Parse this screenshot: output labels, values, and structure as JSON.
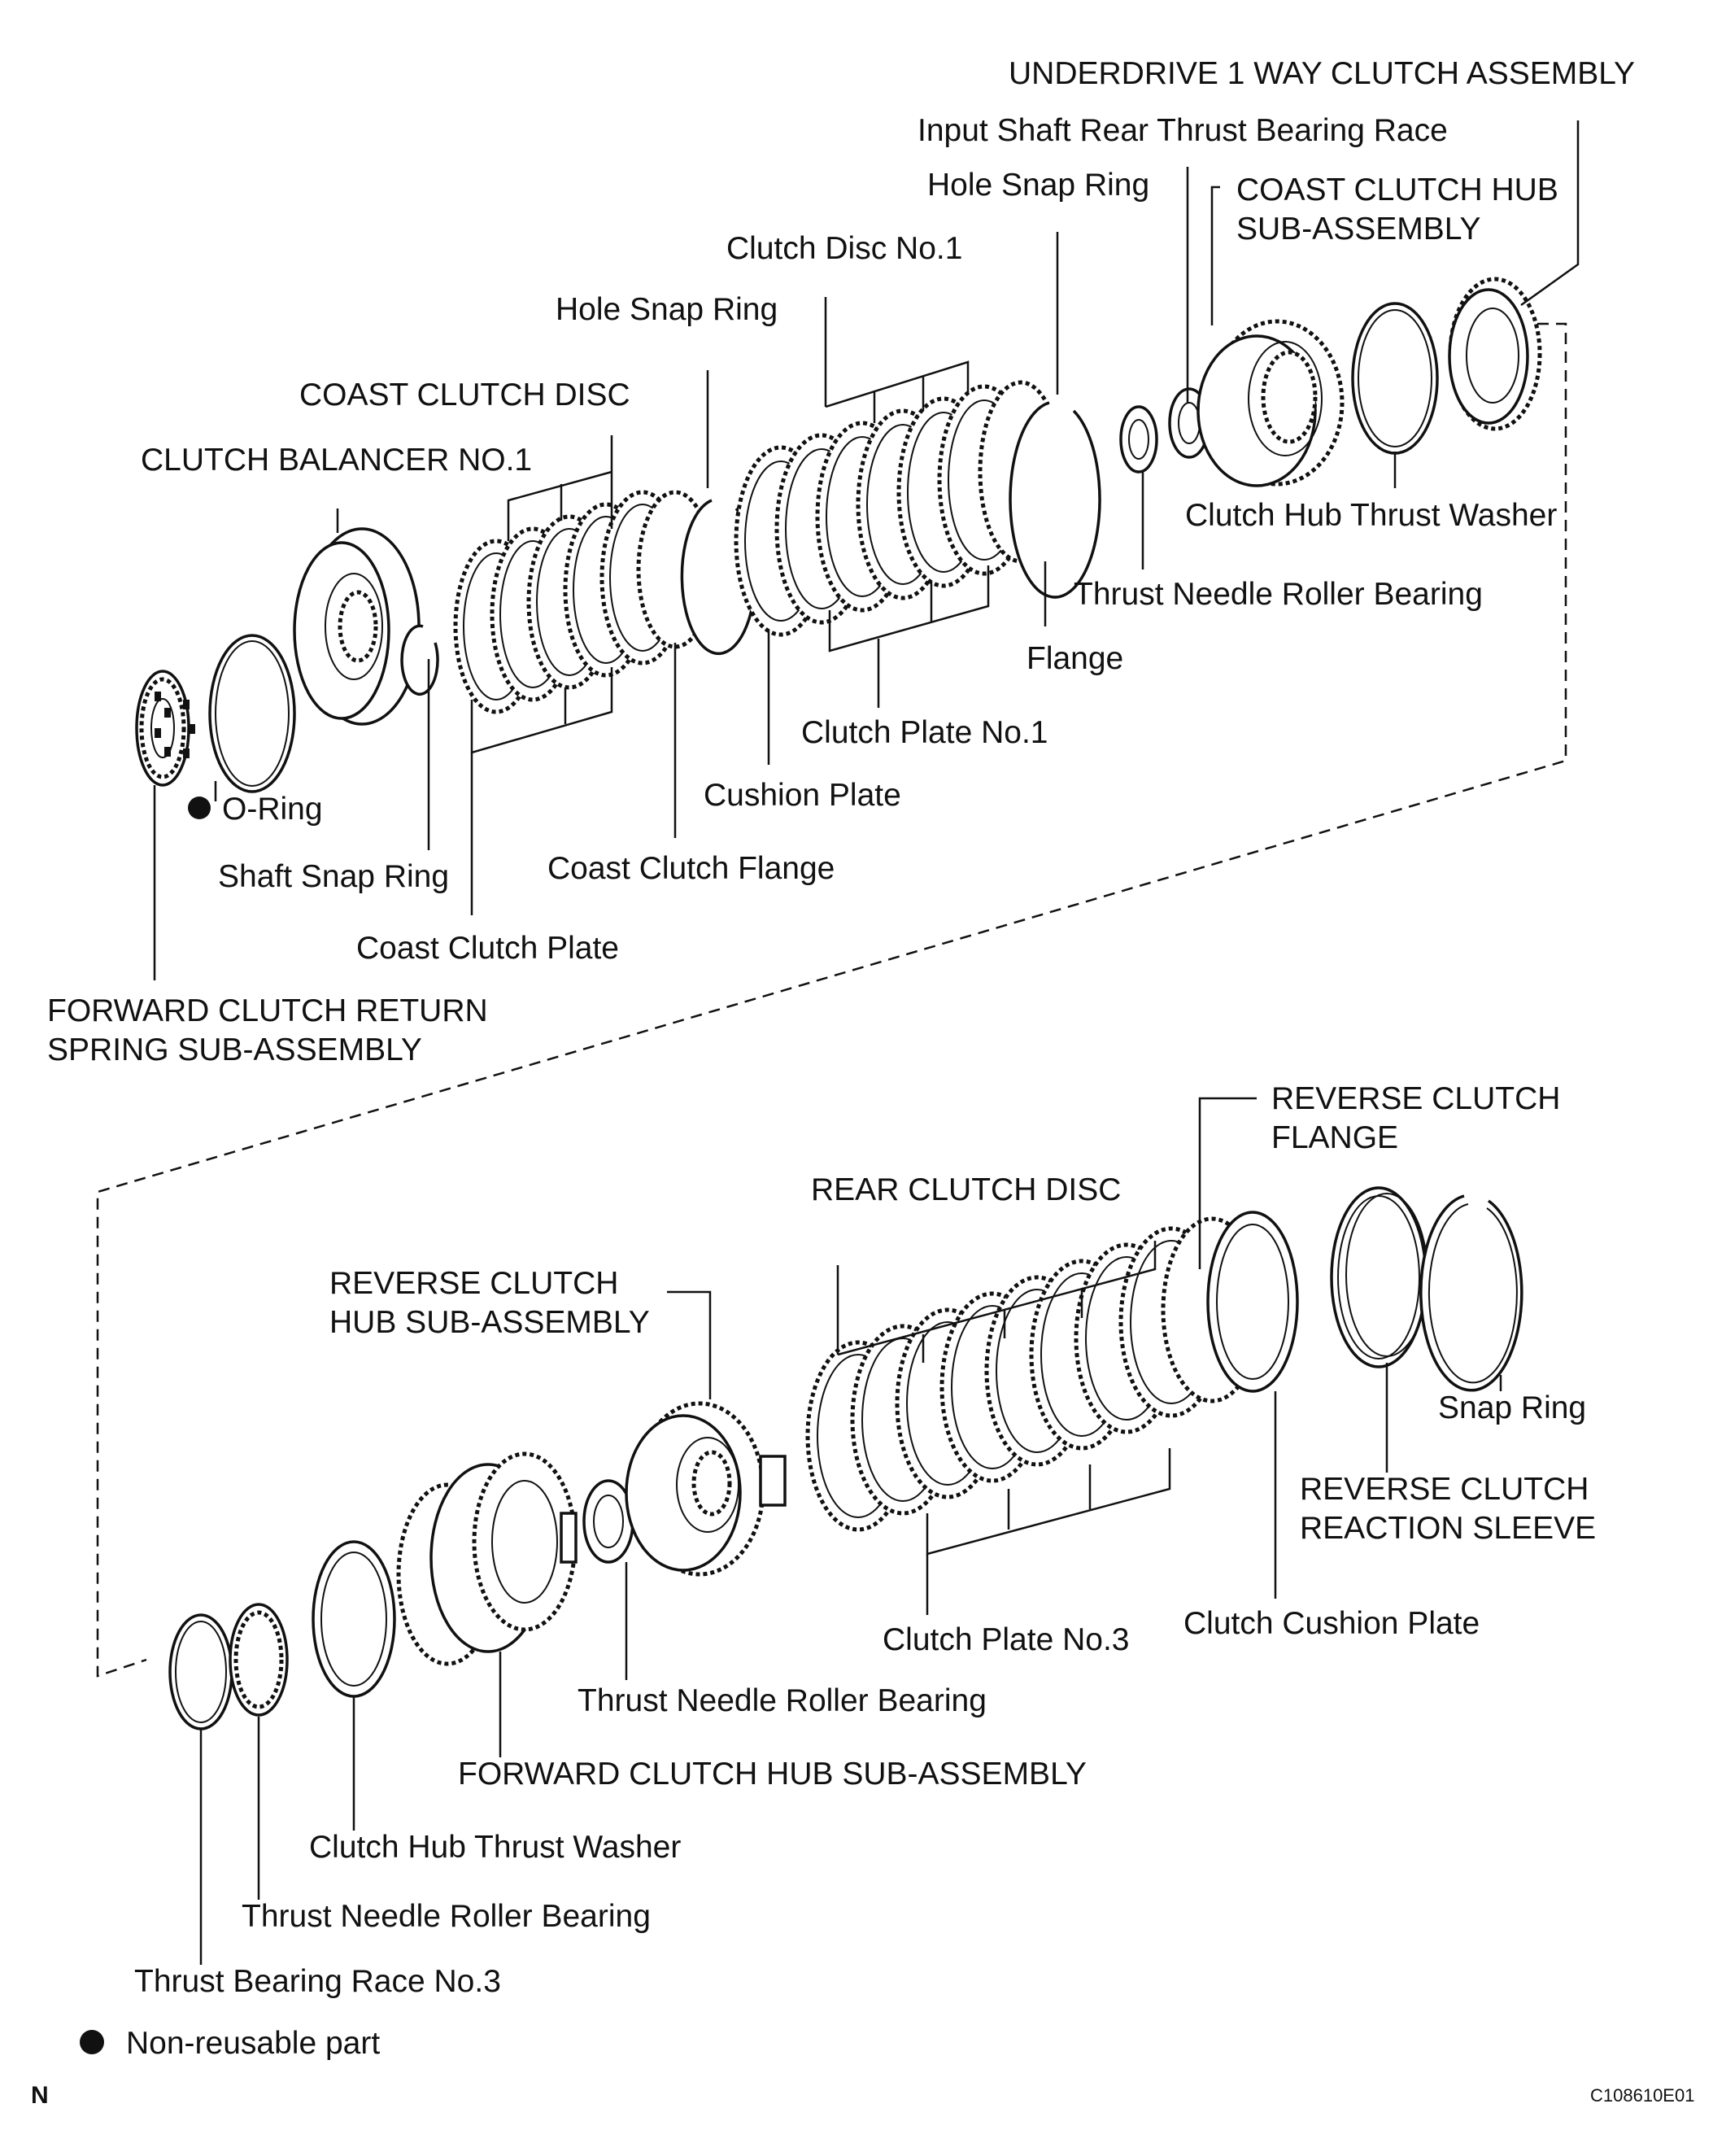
{
  "labels": {
    "underdrive_1way_clutch_assembly": "UNDERDRIVE 1 WAY CLUTCH ASSEMBLY",
    "input_shaft_rear_thrust_bearing_race": "Input Shaft Rear Thrust Bearing Race",
    "hole_snap_ring_upper": "Hole Snap Ring",
    "coast_clutch_hub_line1": "COAST CLUTCH HUB",
    "coast_clutch_hub_line2": "SUB-ASSEMBLY",
    "clutch_disc_no1": "Clutch Disc No.1",
    "hole_snap_ring": "Hole Snap Ring",
    "coast_clutch_disc": "COAST CLUTCH DISC",
    "clutch_balancer_no1": "CLUTCH BALANCER NO.1",
    "clutch_hub_thrust_washer_upper": "Clutch Hub Thrust Washer",
    "thrust_needle_roller_bearing_upper": "Thrust Needle Roller Bearing",
    "flange": "Flange",
    "clutch_plate_no1": "Clutch Plate No.1",
    "cushion_plate": "Cushion Plate",
    "o_ring": "O-Ring",
    "shaft_snap_ring": "Shaft Snap Ring",
    "coast_clutch_flange": "Coast Clutch Flange",
    "coast_clutch_plate": "Coast Clutch Plate",
    "forward_clutch_return_line1": "FORWARD CLUTCH RETURN",
    "forward_clutch_return_line2": "SPRING SUB-ASSEMBLY",
    "reverse_clutch_flange_line1": "REVERSE CLUTCH",
    "reverse_clutch_flange_line2": "FLANGE",
    "rear_clutch_disc": "REAR CLUTCH DISC",
    "reverse_clutch_hub_line1": "REVERSE CLUTCH",
    "reverse_clutch_hub_line2": "HUB SUB-ASSEMBLY",
    "snap_ring": "Snap Ring",
    "reverse_clutch_reaction_line1": "REVERSE CLUTCH",
    "reverse_clutch_reaction_line2": "REACTION SLEEVE",
    "clutch_cushion_plate": "Clutch Cushion Plate",
    "clutch_plate_no3": "Clutch Plate No.3",
    "thrust_needle_roller_bearing_mid": "Thrust Needle Roller Bearing",
    "forward_clutch_hub": "FORWARD CLUTCH HUB SUB-ASSEMBLY",
    "clutch_hub_thrust_washer_lower": "Clutch Hub Thrust Washer",
    "thrust_needle_roller_bearing_lower": "Thrust Needle Roller Bearing",
    "thrust_bearing_race_no3": "Thrust Bearing Race No.3"
  },
  "legend": {
    "non_reusable": "Non-reusable part"
  },
  "corner": {
    "orientation_mark": "N",
    "figure_code": "C108610E01"
  }
}
